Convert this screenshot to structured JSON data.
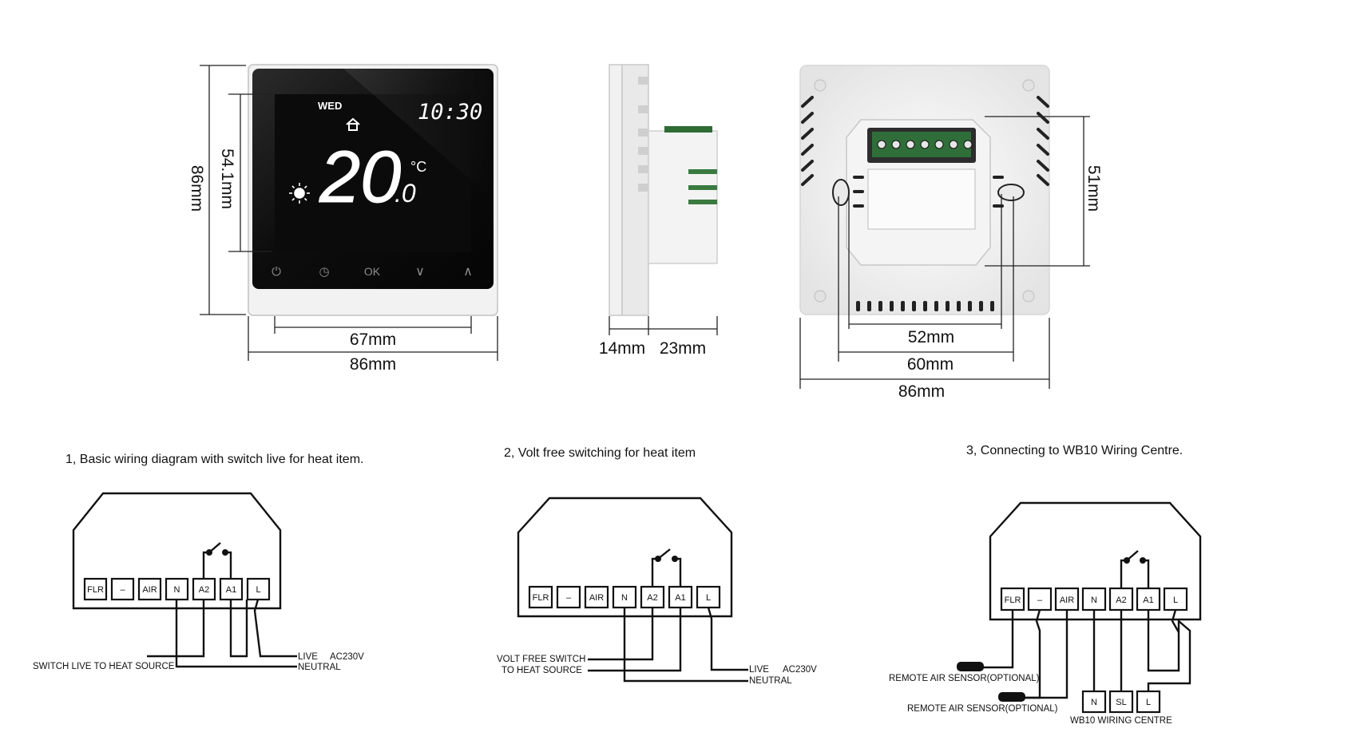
{
  "front": {
    "day": "WED",
    "time": "10:30",
    "temperature": "20",
    "decimal": ".0",
    "unit": "°C",
    "buttons": [
      "⏻",
      "◷",
      "OK",
      "∨",
      "∧"
    ],
    "dims": {
      "outer_height": "86mm",
      "screen_height": "54.1mm",
      "screen_width": "67mm",
      "outer_width": "86mm"
    }
  },
  "side": {
    "dims": {
      "front_depth": "14mm",
      "back_depth": "23mm"
    }
  },
  "back": {
    "dims": {
      "hole_spacing": "51mm",
      "box_52": "52mm",
      "box_60": "60mm",
      "outer_width": "86mm"
    }
  },
  "diagrams": [
    {
      "title": "1, Basic wiring diagram with switch live for heat item.",
      "terminals": [
        "FLR",
        "–",
        "AIR",
        "N",
        "A2",
        "A1",
        "L"
      ],
      "labels": {
        "live": "LIVE",
        "ac": "AC230V",
        "neutral": "NEUTRAL",
        "switch": "SWITCH LIVE TO HEAT SOURCE"
      }
    },
    {
      "title": "2, Volt free switching for heat item",
      "terminals": [
        "FLR",
        "–",
        "AIR",
        "N",
        "A2",
        "A1",
        "L"
      ],
      "labels": {
        "live": "LIVE",
        "ac": "AC230V",
        "neutral": "NEUTRAL",
        "switch_1": "VOLT FREE SWITCH",
        "switch_2": "TO HEAT SOURCE"
      }
    },
    {
      "title": "3, Connecting to WB10 Wiring Centre.",
      "terminals": [
        "FLR",
        "–",
        "AIR",
        "N",
        "A2",
        "A1",
        "L"
      ],
      "wb10_terminals": [
        "N",
        "SL",
        "L"
      ],
      "labels": {
        "sensor_1": "REMOTE AIR SENSOR(OPTIONAL)",
        "sensor_2": "REMOTE AIR SENSOR(OPTIONAL)",
        "centre": "WB10 WIRING CENTRE"
      }
    }
  ]
}
